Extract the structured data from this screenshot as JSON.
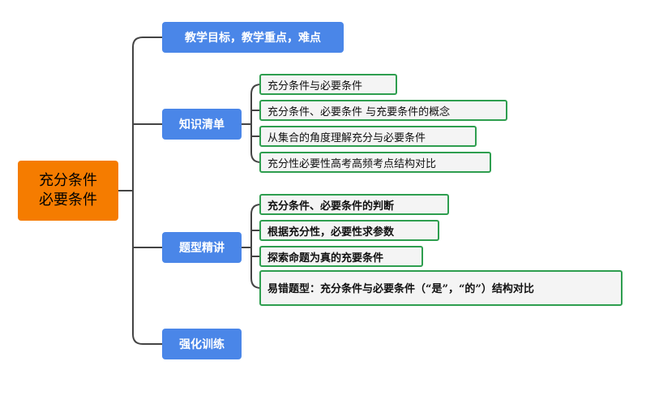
{
  "root": {
    "line1": "充分条件",
    "line2": "必要条件"
  },
  "branches": [
    {
      "label": "教学目标，教学重点，难点",
      "leaves": []
    },
    {
      "label": "知识清单",
      "leaves": [
        "充分条件与必要条件",
        "充分条件、必要条件 与充要条件的概念",
        "从集合的角度理解充分与必要条件",
        "充分性必要性高考高频考点结构对比"
      ]
    },
    {
      "label": "题型精讲",
      "leaves": [
        "充分条件、必要条件的判断",
        "根据充分性，必要性求参数",
        "探索命题为真的充要条件",
        "易错题型：充分条件与必要条件（“是”，“的”）结构对比"
      ]
    },
    {
      "label": "强化训练",
      "leaves": []
    }
  ],
  "colors": {
    "root": "#f57c00",
    "branch": "#4a86e8",
    "leaf_border": "#2e9e4f",
    "connector": "#444444"
  }
}
